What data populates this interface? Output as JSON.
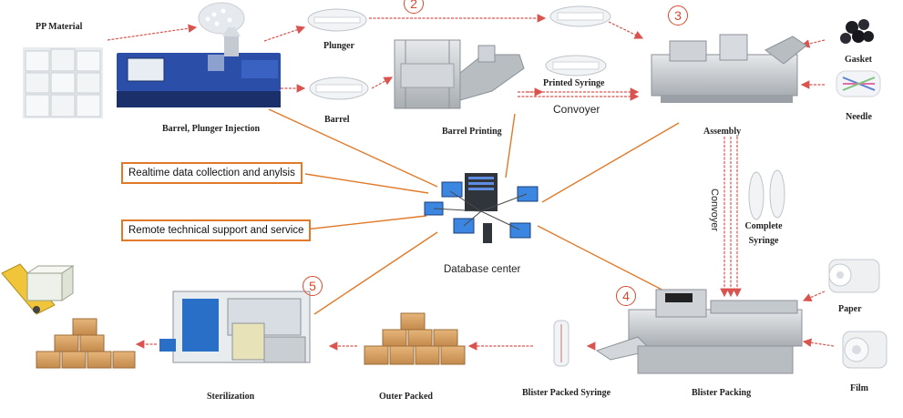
{
  "labels": {
    "pp_material": "PP Material",
    "plunger": "Plunger",
    "barrel": "Barrel",
    "barrel_plunger_injection": "Barrel, Plunger Injection",
    "barrel_printing": "Barrel Printing",
    "printed_syringe": "Printed Syringe",
    "convoyer_h": "Convoyer",
    "assembly": "Assembly",
    "gasket": "Gasket",
    "needle": "Needle",
    "convoyer_v": "Convoyer",
    "complete_syringe_1": "Complete",
    "complete_syringe_2": "Syringe",
    "database_center": "Database center",
    "paper": "Paper",
    "film": "Film",
    "blister_packing": "Blister Packing",
    "blister_packed_syringe": "Blister Packed Syringe",
    "outer_packed": "Outer Packed",
    "sterilization": "Sterilization"
  },
  "callouts": {
    "realtime": "Realtime data collection and anylsis",
    "remote": "Remote technical support and service"
  },
  "steps": {
    "s2": "2",
    "s3": "3",
    "s4": "4",
    "s5": "5"
  },
  "colors": {
    "arrow_red": "#d9534f",
    "link_orange": "#e07a2a",
    "machine_blue": "#2b4fa8",
    "box_tan": "#d8a46a"
  }
}
